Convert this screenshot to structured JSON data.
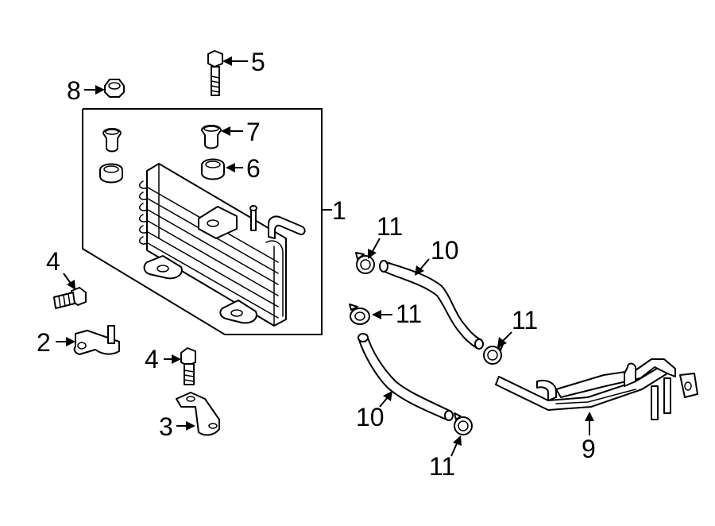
{
  "diagram": {
    "callouts": {
      "c1": "1",
      "c2": "2",
      "c3": "3",
      "c4a": "4",
      "c4b": "4",
      "c5": "5",
      "c6": "6",
      "c7": "7",
      "c8": "8",
      "c9": "9",
      "c10a": "10",
      "c10b": "10",
      "c11a": "11",
      "c11b": "11",
      "c11c": "11",
      "c11d": "11"
    }
  }
}
